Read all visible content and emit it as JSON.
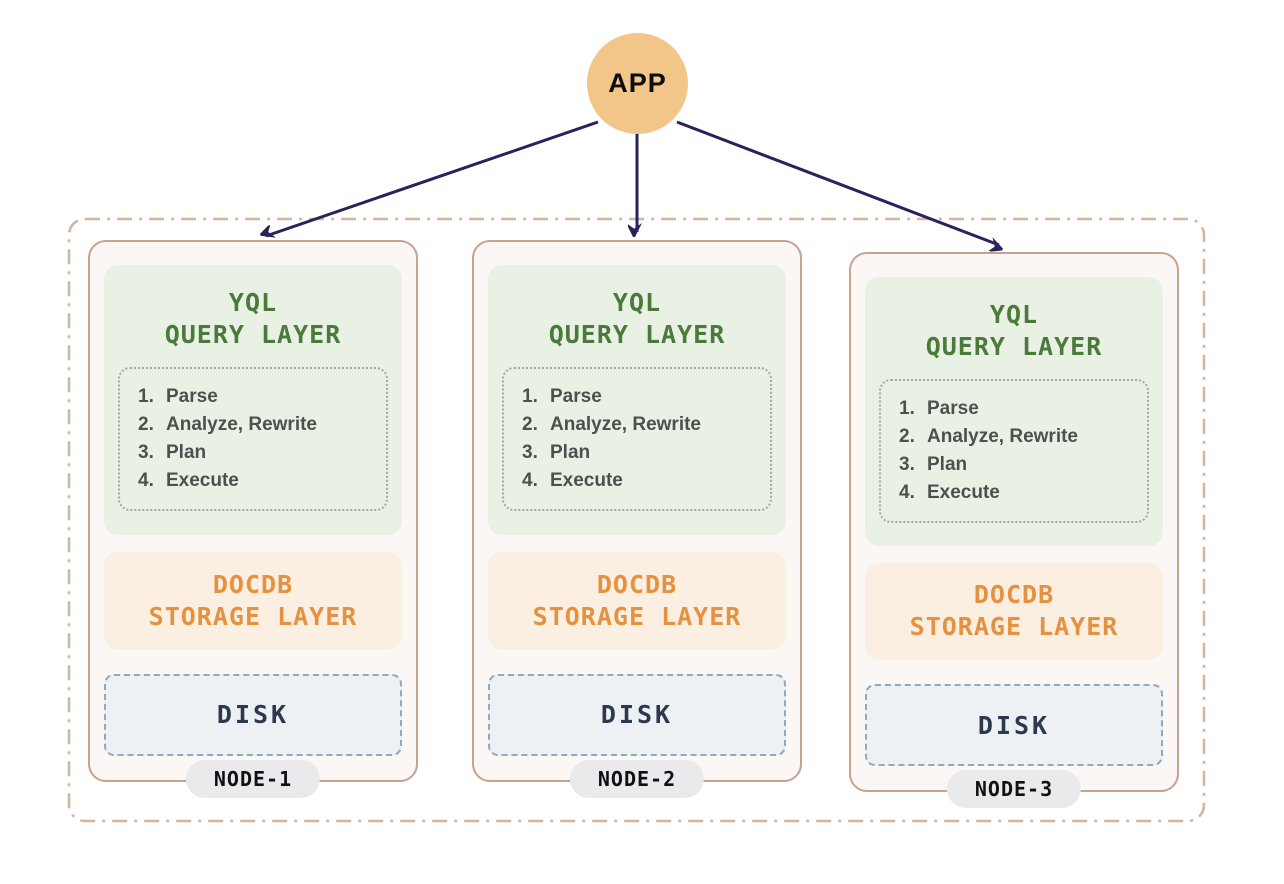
{
  "app": {
    "label": "APP"
  },
  "colors": {
    "app_circle": "#F2C689",
    "arrow": "#29235C",
    "cluster_border": "#D3B49D",
    "card_border": "#C7A28E",
    "card_background": "#FAF7F4",
    "query_layer_background": "#E9F1E5",
    "query_layer_text": "#4A7B3B",
    "storage_layer_background": "#FAEFE0",
    "storage_layer_text": "#E6913F",
    "disk_background": "#EDF1F3",
    "disk_border": "#8FA9BF",
    "disk_text": "#2B3950",
    "badge_background": "#EAEAEC"
  },
  "nodes": [
    {
      "label": "NODE-1",
      "query_layer": {
        "title_line1": "YQL",
        "title_line2": "QUERY LAYER",
        "steps": [
          {
            "num": "1.",
            "label": "Parse"
          },
          {
            "num": "2.",
            "label": "Analyze, Rewrite"
          },
          {
            "num": "3.",
            "label": "Plan"
          },
          {
            "num": "4.",
            "label": "Execute"
          }
        ]
      },
      "storage_layer": {
        "title_line1": "DOCDB",
        "title_line2": "STORAGE LAYER"
      },
      "disk": {
        "label": "DISK"
      }
    },
    {
      "label": "NODE-2",
      "query_layer": {
        "title_line1": "YQL",
        "title_line2": "QUERY LAYER",
        "steps": [
          {
            "num": "1.",
            "label": "Parse"
          },
          {
            "num": "2.",
            "label": "Analyze, Rewrite"
          },
          {
            "num": "3.",
            "label": "Plan"
          },
          {
            "num": "4.",
            "label": "Execute"
          }
        ]
      },
      "storage_layer": {
        "title_line1": "DOCDB",
        "title_line2": "STORAGE LAYER"
      },
      "disk": {
        "label": "DISK"
      }
    },
    {
      "label": "NODE-3",
      "query_layer": {
        "title_line1": "YQL",
        "title_line2": "QUERY LAYER",
        "steps": [
          {
            "num": "1.",
            "label": "Parse"
          },
          {
            "num": "2.",
            "label": "Analyze, Rewrite"
          },
          {
            "num": "3.",
            "label": "Plan"
          },
          {
            "num": "4.",
            "label": "Execute"
          }
        ]
      },
      "storage_layer": {
        "title_line1": "DOCDB",
        "title_line2": "STORAGE LAYER"
      },
      "disk": {
        "label": "DISK"
      }
    }
  ]
}
